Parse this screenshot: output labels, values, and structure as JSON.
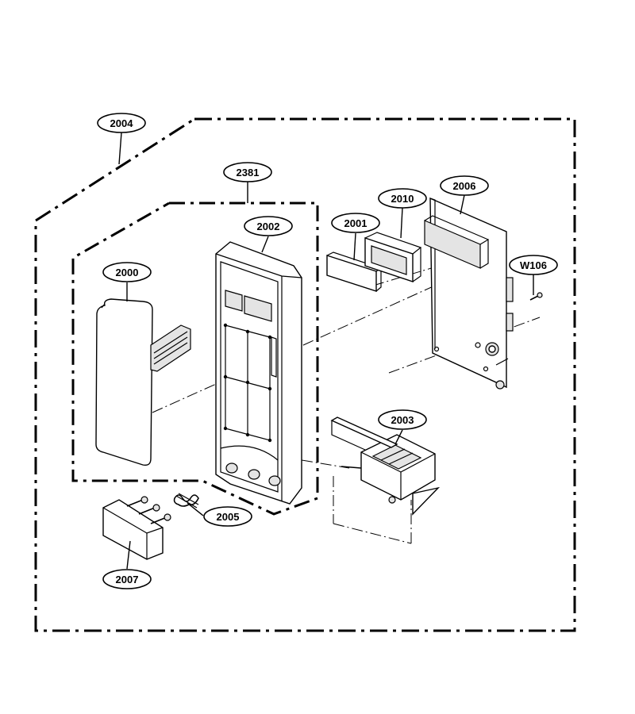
{
  "labels": {
    "p2004": "2004",
    "p2381": "2381",
    "p2002": "2002",
    "p2000": "2000",
    "p2001": "2001",
    "p2010": "2010",
    "p2006": "2006",
    "pW106": "W106",
    "p2003": "2003",
    "p2005": "2005",
    "p2007": "2007"
  }
}
